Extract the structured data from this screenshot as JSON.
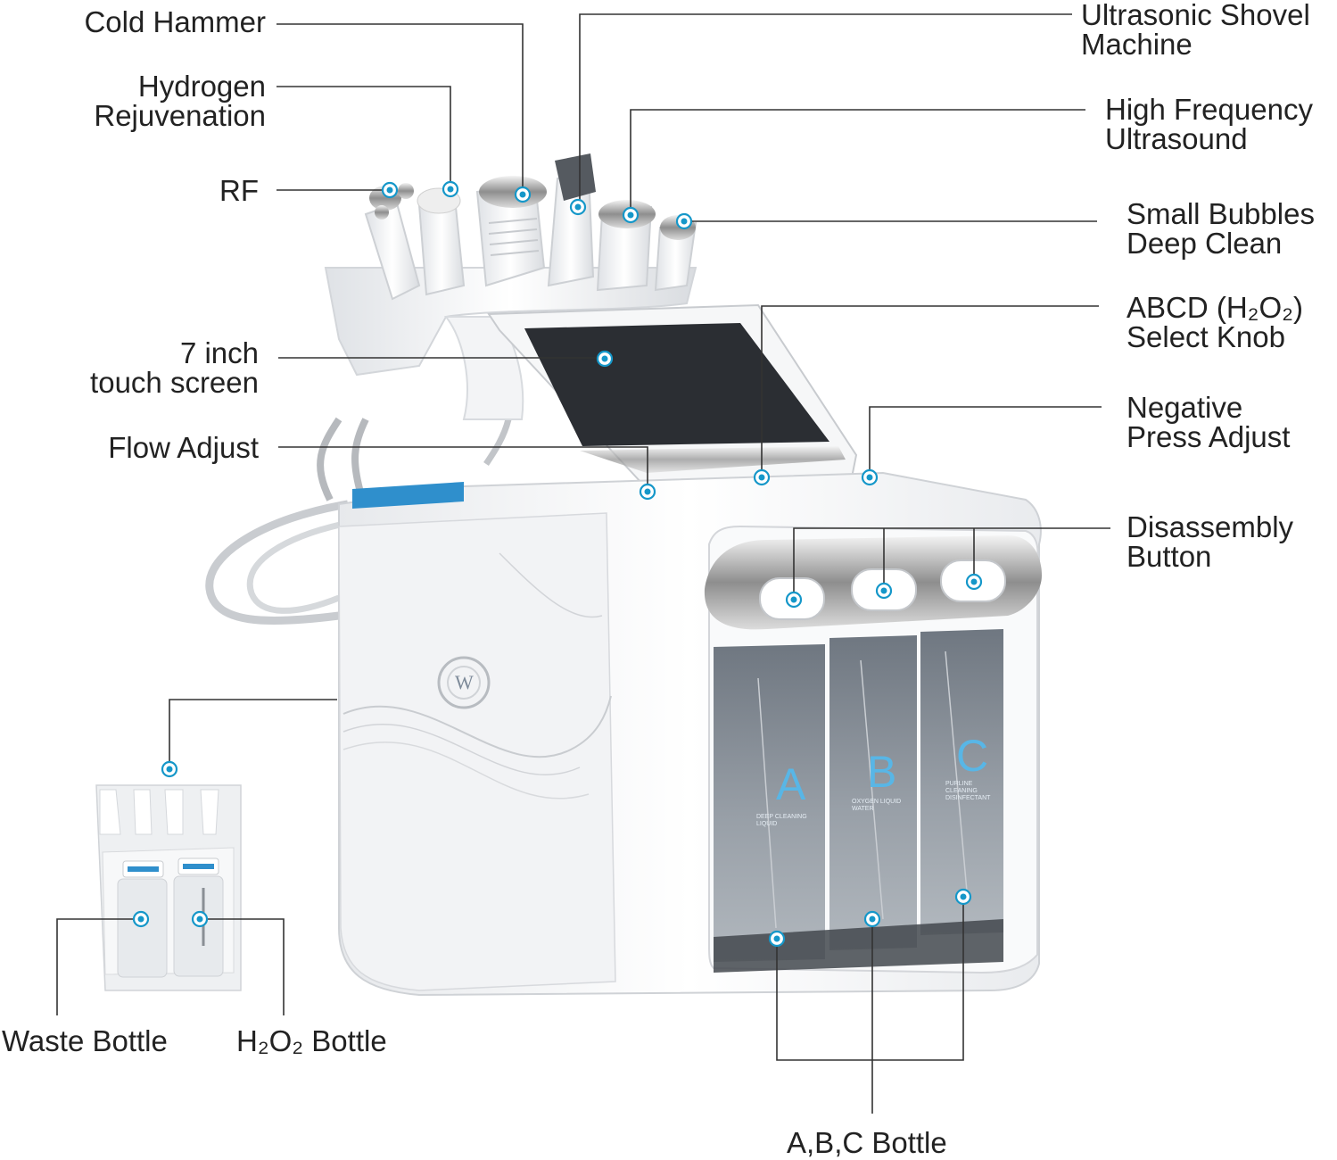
{
  "callouts": {
    "cold_hammer": [
      "Cold Hammer"
    ],
    "hydrogen_rejuvenation": [
      "Hydrogen",
      "Rejuvenation"
    ],
    "rf": [
      "RF"
    ],
    "touch_screen": [
      "7 inch",
      "touch screen"
    ],
    "flow_adjust": [
      "Flow Adjust"
    ],
    "ultrasonic_shovel": [
      "Ultrasonic Shovel",
      "Machine"
    ],
    "high_frequency": [
      "High Frequency",
      "Ultrasound"
    ],
    "small_bubbles": [
      "Small Bubbles",
      "Deep Clean"
    ],
    "abcd_select": [
      "ABCD (H₂O₂)",
      "Select Knob"
    ],
    "negative_press": [
      "Negative",
      "Press Adjust"
    ],
    "disassembly": [
      "Disassembly",
      "Button"
    ],
    "waste_bottle": [
      "Waste Bottle"
    ],
    "h2o2_bottle": [
      "H₂O₂ Bottle"
    ],
    "abc_bottle": [
      "A,B,C Bottle"
    ]
  },
  "bottles": {
    "a": {
      "letter": "A",
      "caption": "DEEP CLEANING LIQUID"
    },
    "b": {
      "letter": "B",
      "caption": "OXYGEN LIQUID WATER"
    },
    "c": {
      "letter": "C",
      "caption": "PURLINE CLEANING DISINFECTANT"
    }
  },
  "logo": "W",
  "colors": {
    "accent": "#1597c9",
    "body": "#f4f5f7",
    "tank": "#6f7780"
  }
}
